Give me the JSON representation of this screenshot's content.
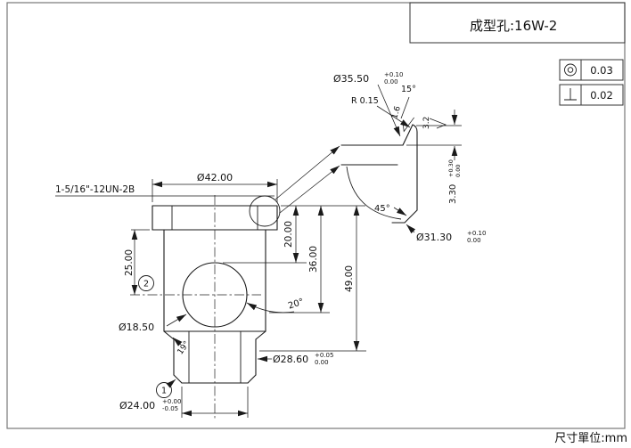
{
  "page": {
    "title": "成型孔:16W-2",
    "units_note": "尺寸單位:mm"
  },
  "colors": {
    "line": "#1a1a1a",
    "background": "#ffffff"
  },
  "gdt": {
    "rows": [
      {
        "icon": "concentricity-icon",
        "value": "0.03"
      },
      {
        "icon": "perpendicularity-icon",
        "value": "0.02"
      }
    ]
  },
  "annotations": {
    "thread_spec": "1-5/16\"-12UN-2B",
    "balloon_1": "1",
    "balloon_2": "2"
  },
  "dimensions": {
    "dia_42": "Ø42.00",
    "dia_35_5": {
      "value": "Ø35.50",
      "tol_upper": "+0.10",
      "tol_lower": "0.00"
    },
    "angle_15": "15°",
    "radius_0_15": "R 0.15",
    "finish_1_6": "1.6",
    "finish_3_2": "3.2",
    "height_3_3": {
      "value": "3.30",
      "tol_upper": "+0.30",
      "tol_lower": "0.00"
    },
    "angle_45": "45°",
    "dia_31_3": {
      "value": "Ø31.30",
      "tol_upper": "+0.10",
      "tol_lower": "0.00"
    },
    "len_25": "25.00",
    "len_20": "20.00",
    "len_36": "36.00",
    "len_49": "49.00",
    "dia_18_5": "Ø18.50",
    "angle_20": "20°",
    "dia_28_6": {
      "value": "Ø28.60",
      "tol_upper": "+0.05",
      "tol_lower": "0.00"
    },
    "dia_24": {
      "value": "Ø24.00",
      "tol_upper": "+0.00",
      "tol_lower": "-0.05"
    },
    "angle_19": "19°"
  }
}
